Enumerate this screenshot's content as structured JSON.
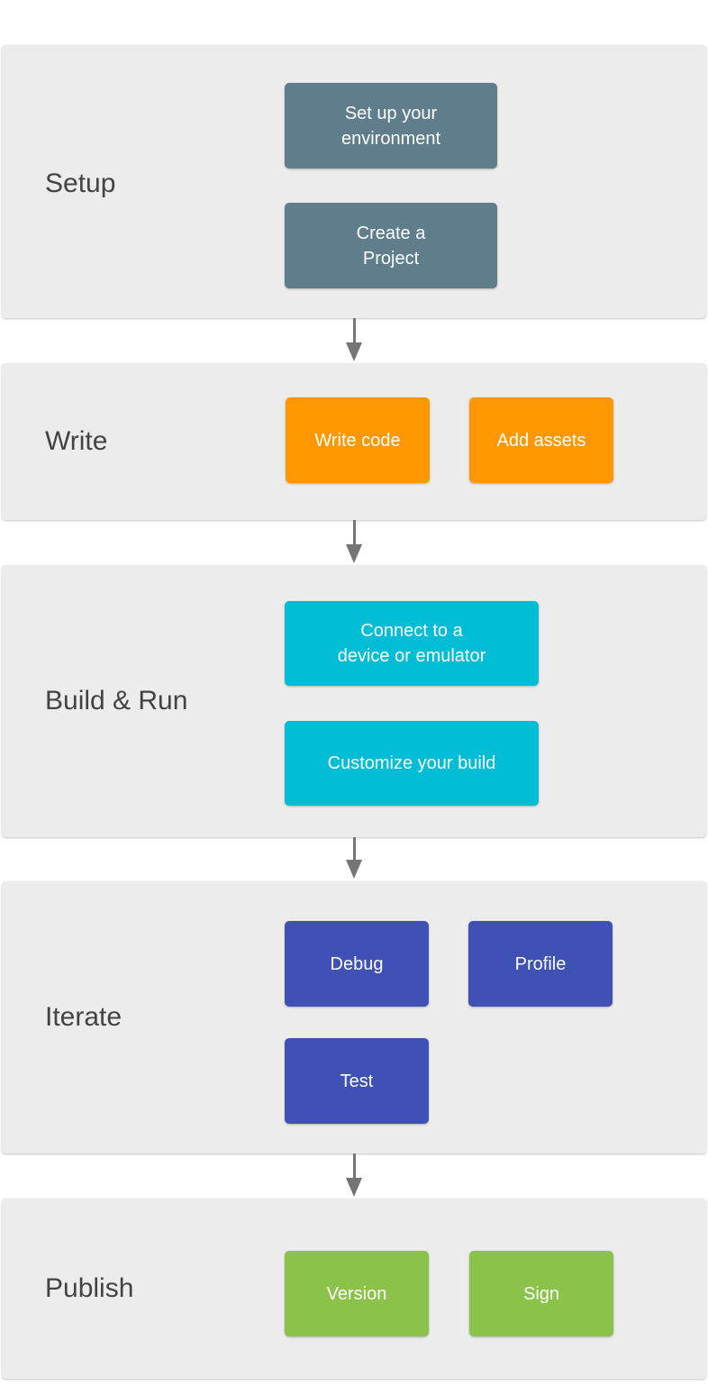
{
  "diagram": {
    "card_bg": "#ececec",
    "arrow_color": "#757575",
    "label_color": "#434343",
    "sections": [
      {
        "label": "Setup",
        "button_color": "#607D8B",
        "buttons": [
          "Set up your\nenvironment",
          "Create a\nProject"
        ]
      },
      {
        "label": "Write",
        "button_color": "#FF9800",
        "buttons": [
          "Write code",
          "Add assets"
        ]
      },
      {
        "label": "Build & Run",
        "button_color": "#00BCD4",
        "buttons": [
          "Connect to a\ndevice or emulator",
          "Customize your build"
        ]
      },
      {
        "label": "Iterate",
        "button_color": "#3F51B5",
        "buttons": [
          "Debug",
          "Profile",
          "Test"
        ]
      },
      {
        "label": "Publish",
        "button_color": "#8BC34A",
        "buttons": [
          "Version",
          "Sign"
        ]
      }
    ]
  }
}
